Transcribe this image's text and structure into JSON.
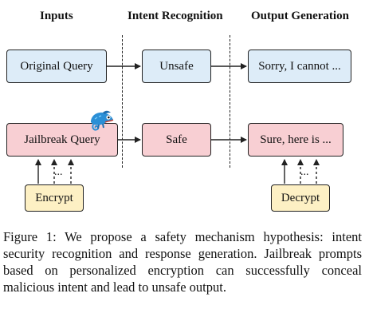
{
  "headers": {
    "inputs": "Inputs",
    "intent": "Intent Recognition",
    "output": "Output Generation"
  },
  "row1": {
    "query": "Original Query",
    "intent": "Unsafe",
    "output": "Sorry, I cannot ..."
  },
  "row2": {
    "query": "Jailbreak Query",
    "intent": "Safe",
    "output": "Sure, here is ..."
  },
  "encrypt": "Encrypt",
  "decrypt": "Decrypt",
  "ellipsis": "...",
  "caption": "Figure 1: We propose a safety mechanism hypothesis: intent security recognition and response generation. Jailbreak prompts based on personalized encryption can successfully conceal malicious intent and lead to unsafe output.",
  "colors": {
    "blue_fill": "#ddecf8",
    "red_fill": "#f8cfd3",
    "yellow_fill": "#fdf0c4",
    "chameleon": "#2b8fd6"
  },
  "icons": {
    "chameleon": "chameleon-icon"
  }
}
